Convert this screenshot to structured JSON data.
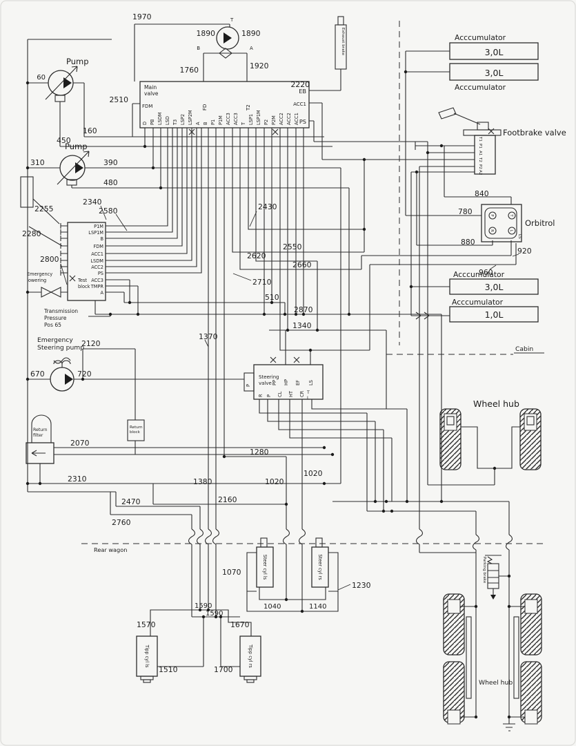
{
  "labels": {
    "n60": "60",
    "n160": "160",
    "n310": "310",
    "n390": "390",
    "n450": "450",
    "n480": "480",
    "n510": "510",
    "n670": "670",
    "n720": "720",
    "n780": "780",
    "n840": "840",
    "n880": "880",
    "n920": "920",
    "n960": "960",
    "n1020": "1020",
    "n1040": "1040",
    "n1070": "1070",
    "n1140": "1140",
    "n1230": "1230",
    "n1280": "1280",
    "n1340": "1340",
    "n1370": "1370",
    "n1380": "1380",
    "n1510": "1510",
    "n1570": "1570",
    "n1590": "1590",
    "n1670": "1670",
    "n1700": "1700",
    "n1760": "1760",
    "n1890": "1890",
    "n1920": "1920",
    "n1970": "1970",
    "n2070": "2070",
    "n2120": "2120",
    "n2160": "2160",
    "n2220": "2220",
    "n2255": "2255",
    "n2280": "2280",
    "n2310": "2310",
    "n2340": "2340",
    "n2430": "2430",
    "n2470": "2470",
    "n2510": "2510",
    "n2550": "2550",
    "n2580": "2580",
    "n2620": "2620",
    "n2660": "2660",
    "n2710": "2710",
    "n2760": "2760",
    "n2800": "2800",
    "n2870": "2870"
  },
  "pump": {
    "label": "Pump"
  },
  "motor": {
    "t": "T",
    "b": "B",
    "a": "A"
  },
  "main_valve": {
    "l1": "Main",
    "l2": "valve",
    "left": "FDM",
    "top": [
      "FD",
      "T2"
    ],
    "right": [
      "EB",
      "ACC1",
      "PS"
    ],
    "bottom": [
      "D",
      "PB",
      "LSDM",
      "LSD",
      "T3",
      "LSP2",
      "LSP2M",
      "A",
      "B",
      "P1",
      "P1M",
      "ACC3",
      "ACC3",
      "T",
      "LSP1",
      "LSP1M",
      "P2",
      "P2M",
      "ACC2",
      "ACC2",
      "ACC1"
    ]
  },
  "exhaust": {
    "label": "Exhaust brake"
  },
  "acc": {
    "word": "Acccumulator",
    "s30": "3,0L",
    "s10": "1,0L"
  },
  "footbrake": {
    "label": "Footbrake valve",
    "ports": [
      "T1",
      "P1",
      "A1",
      "T2",
      "P2",
      "A2"
    ]
  },
  "orbitrol": {
    "label": "Orbitrol",
    "p": "P",
    "t": "T",
    "r": "R",
    "l": "L",
    "ls": "LS"
  },
  "test_block": {
    "l1": "Test",
    "l2": "block",
    "ports": [
      "P1M",
      "LSP1M",
      "B",
      "FDM",
      "ACC1",
      "LSDM",
      "ACC2",
      "PS",
      "ACC3",
      "TMPR",
      "A"
    ]
  },
  "emergency_lowering": {
    "l1": "Emergency",
    "l2": "lowering"
  },
  "transmission": {
    "l1": "Transmission",
    "l2": "Pressure",
    "l3": "Pos 65"
  },
  "emergency_pump": {
    "l1": "Emergency",
    "l2": "Steering pump"
  },
  "return_filter": {
    "l1": "Return",
    "l2": "filter"
  },
  "return_block": {
    "l1": "Return",
    "l2": "block"
  },
  "steering": {
    "l1": "Steering",
    "l2": "valve",
    "top": [
      "PP",
      "HP",
      "EF",
      "LS"
    ],
    "left": "P",
    "bottom": [
      "R",
      "P",
      "CL",
      "HT",
      "CR",
      "T",
      "L"
    ]
  },
  "cabin": "Cabin",
  "rear_wagon": "Rear wagon",
  "wheel_hub": "Wheel hub",
  "parking_brake": "Parking brake",
  "cyl": {
    "steer_l": "Steer cyl ls",
    "steer_r": "Steer cyl rs",
    "tipp_l": "Tipp cyl ls",
    "tipp_r": "Tipp cyl rs"
  }
}
